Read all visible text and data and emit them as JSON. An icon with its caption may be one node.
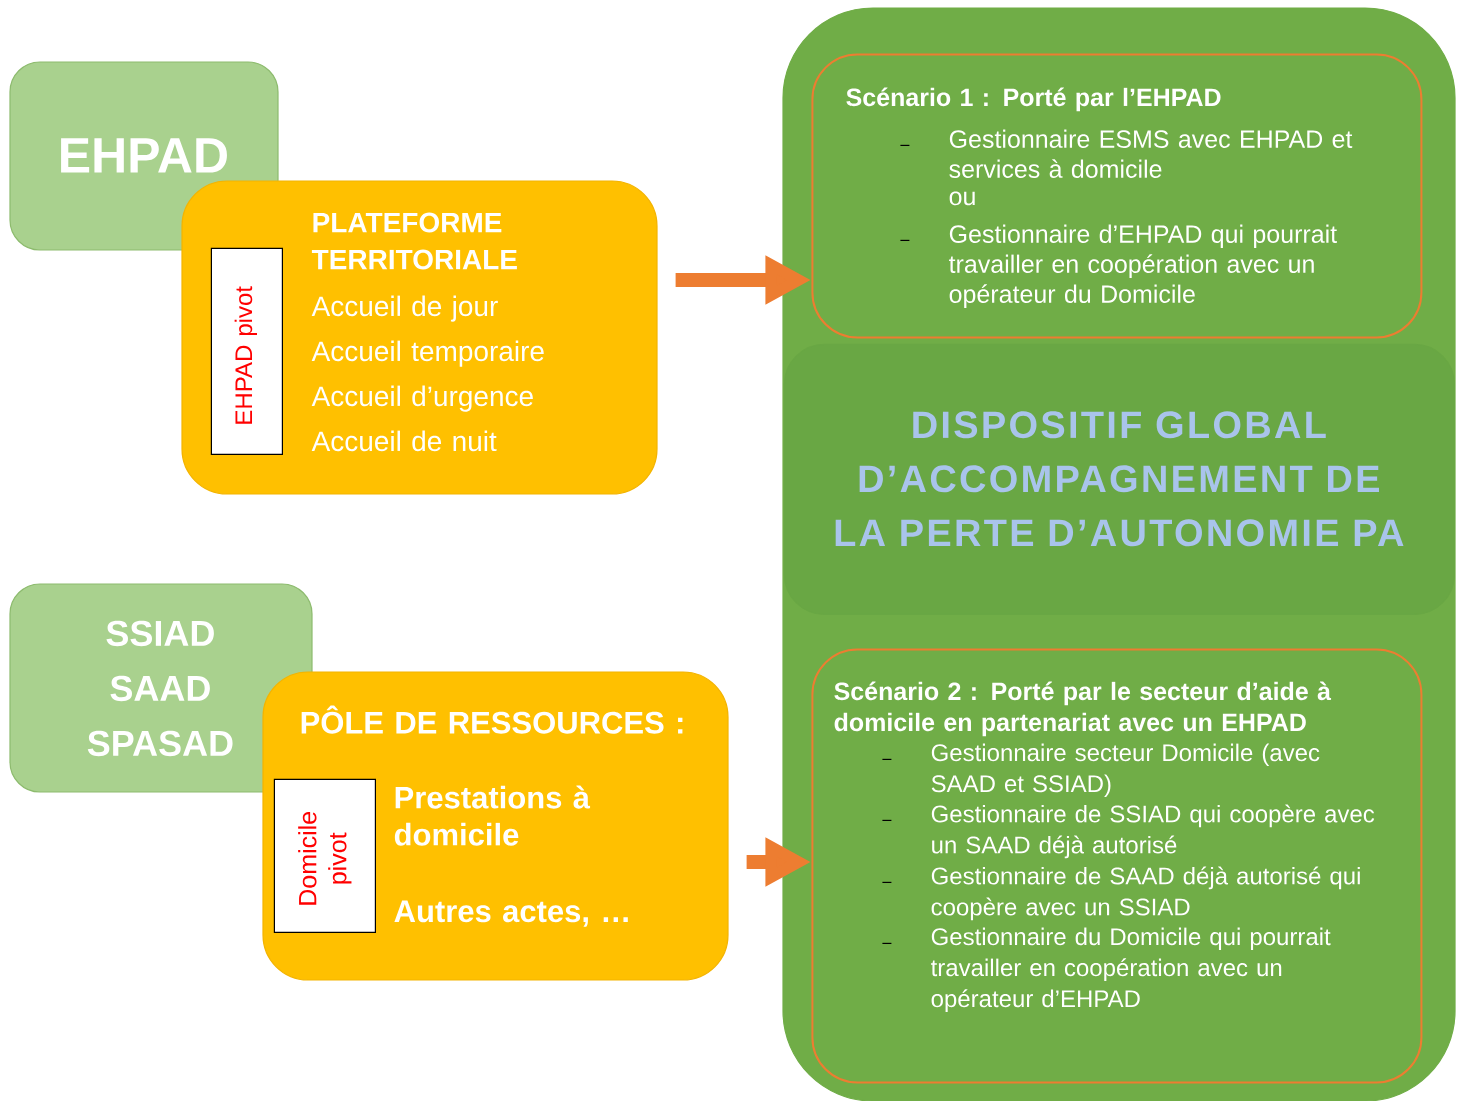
{
  "diagram": {
    "nodes": [
      {
        "text": [
          "EHPAD"
        ]
      },
      {
        "text": [
          "PLATEFORME TERRITORIALE",
          "Accueil de jour",
          "Accueil temporaire",
          "Accueil d’urgence",
          "Accueil de nuit"
        ]
      },
      {
        "text": [
          "EHPAD pivot"
        ],
        "in": 1
      },
      {
        "text": [
          "SSIAD",
          "SAAD",
          "SPASAD"
        ]
      },
      {
        "text": [
          "PÔLE DE RESSOURCES :",
          "Prestations à domicile",
          "Autres actes, …"
        ]
      },
      {
        "text": [
          "Domicile pivot"
        ],
        "in": 4
      },
      {
        "text": [],
        "shape": "box"
      },
      {
        "text": [
          "Scénario 1 : Porté par l’EHPAD",
          "Gestionnaire ESMS avec EHPAD et services à domicile",
          "ou",
          "Gestionnaire d’EHPAD qui pourrait travailler en coopération avec un opérateur du Domicile"
        ],
        "in": 6
      },
      {
        "text": [
          "DISPOSITIF GLOBAL D’ACCOMPAGNEMENT DE LA PERTE D’AUTONOMIE PA"
        ],
        "in": 6
      },
      {
        "text": [
          "Scénario 2 : Porté par le secteur d’aide à domicile en partenariat avec un EHPAD",
          "Gestionnaire secteur Domicile (avec SAAD et SSIAD)",
          "Gestionnaire de SSIAD qui coopère avec un SAAD déjà autorisé",
          "Gestionnaire de SAAD déjà autorisé qui coopère avec un SSIAD",
          "Gestionnaire du Domicile qui pourrait travailler en coopération avec un opérateur d’EHPAD"
        ],
        "in": 6
      }
    ],
    "edges": [
      {
        "from": 1,
        "to": 7,
        "arrow": "to",
        "color": "#ed7d31"
      },
      {
        "from": 4,
        "to": 9,
        "arrow": "to",
        "color": "#ed7d31"
      }
    ]
  }
}
